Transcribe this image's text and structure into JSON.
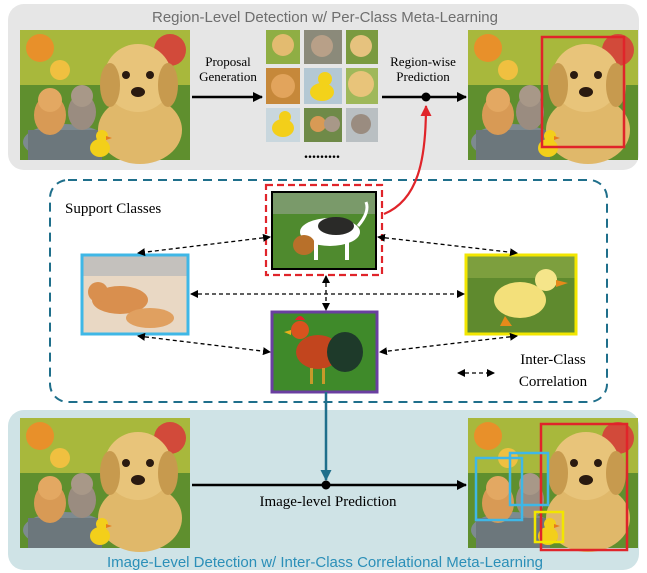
{
  "top_panel": {
    "title": "Region-Level Detection w/ Per-Class Meta-Learning",
    "proposal_label_1": "Proposal",
    "proposal_label_2": "Generation",
    "prediction_label_1": "Region-wise",
    "prediction_label_2": "Prediction",
    "ellipsis": "........."
  },
  "middle_panel": {
    "support_title": "Support Classes",
    "legend_line_1": "Inter-Class",
    "legend_line_2": "Correlation"
  },
  "bottom_panel": {
    "title": "Image-Level Detection w/ Inter-Class Correlational Meta-Learning",
    "prediction_label": "Image-level Prediction"
  },
  "colors": {
    "top_panel_bg": "#e6e6e6",
    "bottom_panel_bg": "#cfe3e6",
    "bottom_title": "#2b8fb8",
    "teal": "#1f6f8b",
    "red": "#e0242a",
    "cat_box": "#3fb7e6",
    "duck_box": "#f2e600",
    "rooster_box": "#6a3fa0"
  },
  "icons": [
    "dog-cat-photo",
    "beagle-photo",
    "cat-photo",
    "duck-photo",
    "rooster-photo"
  ]
}
